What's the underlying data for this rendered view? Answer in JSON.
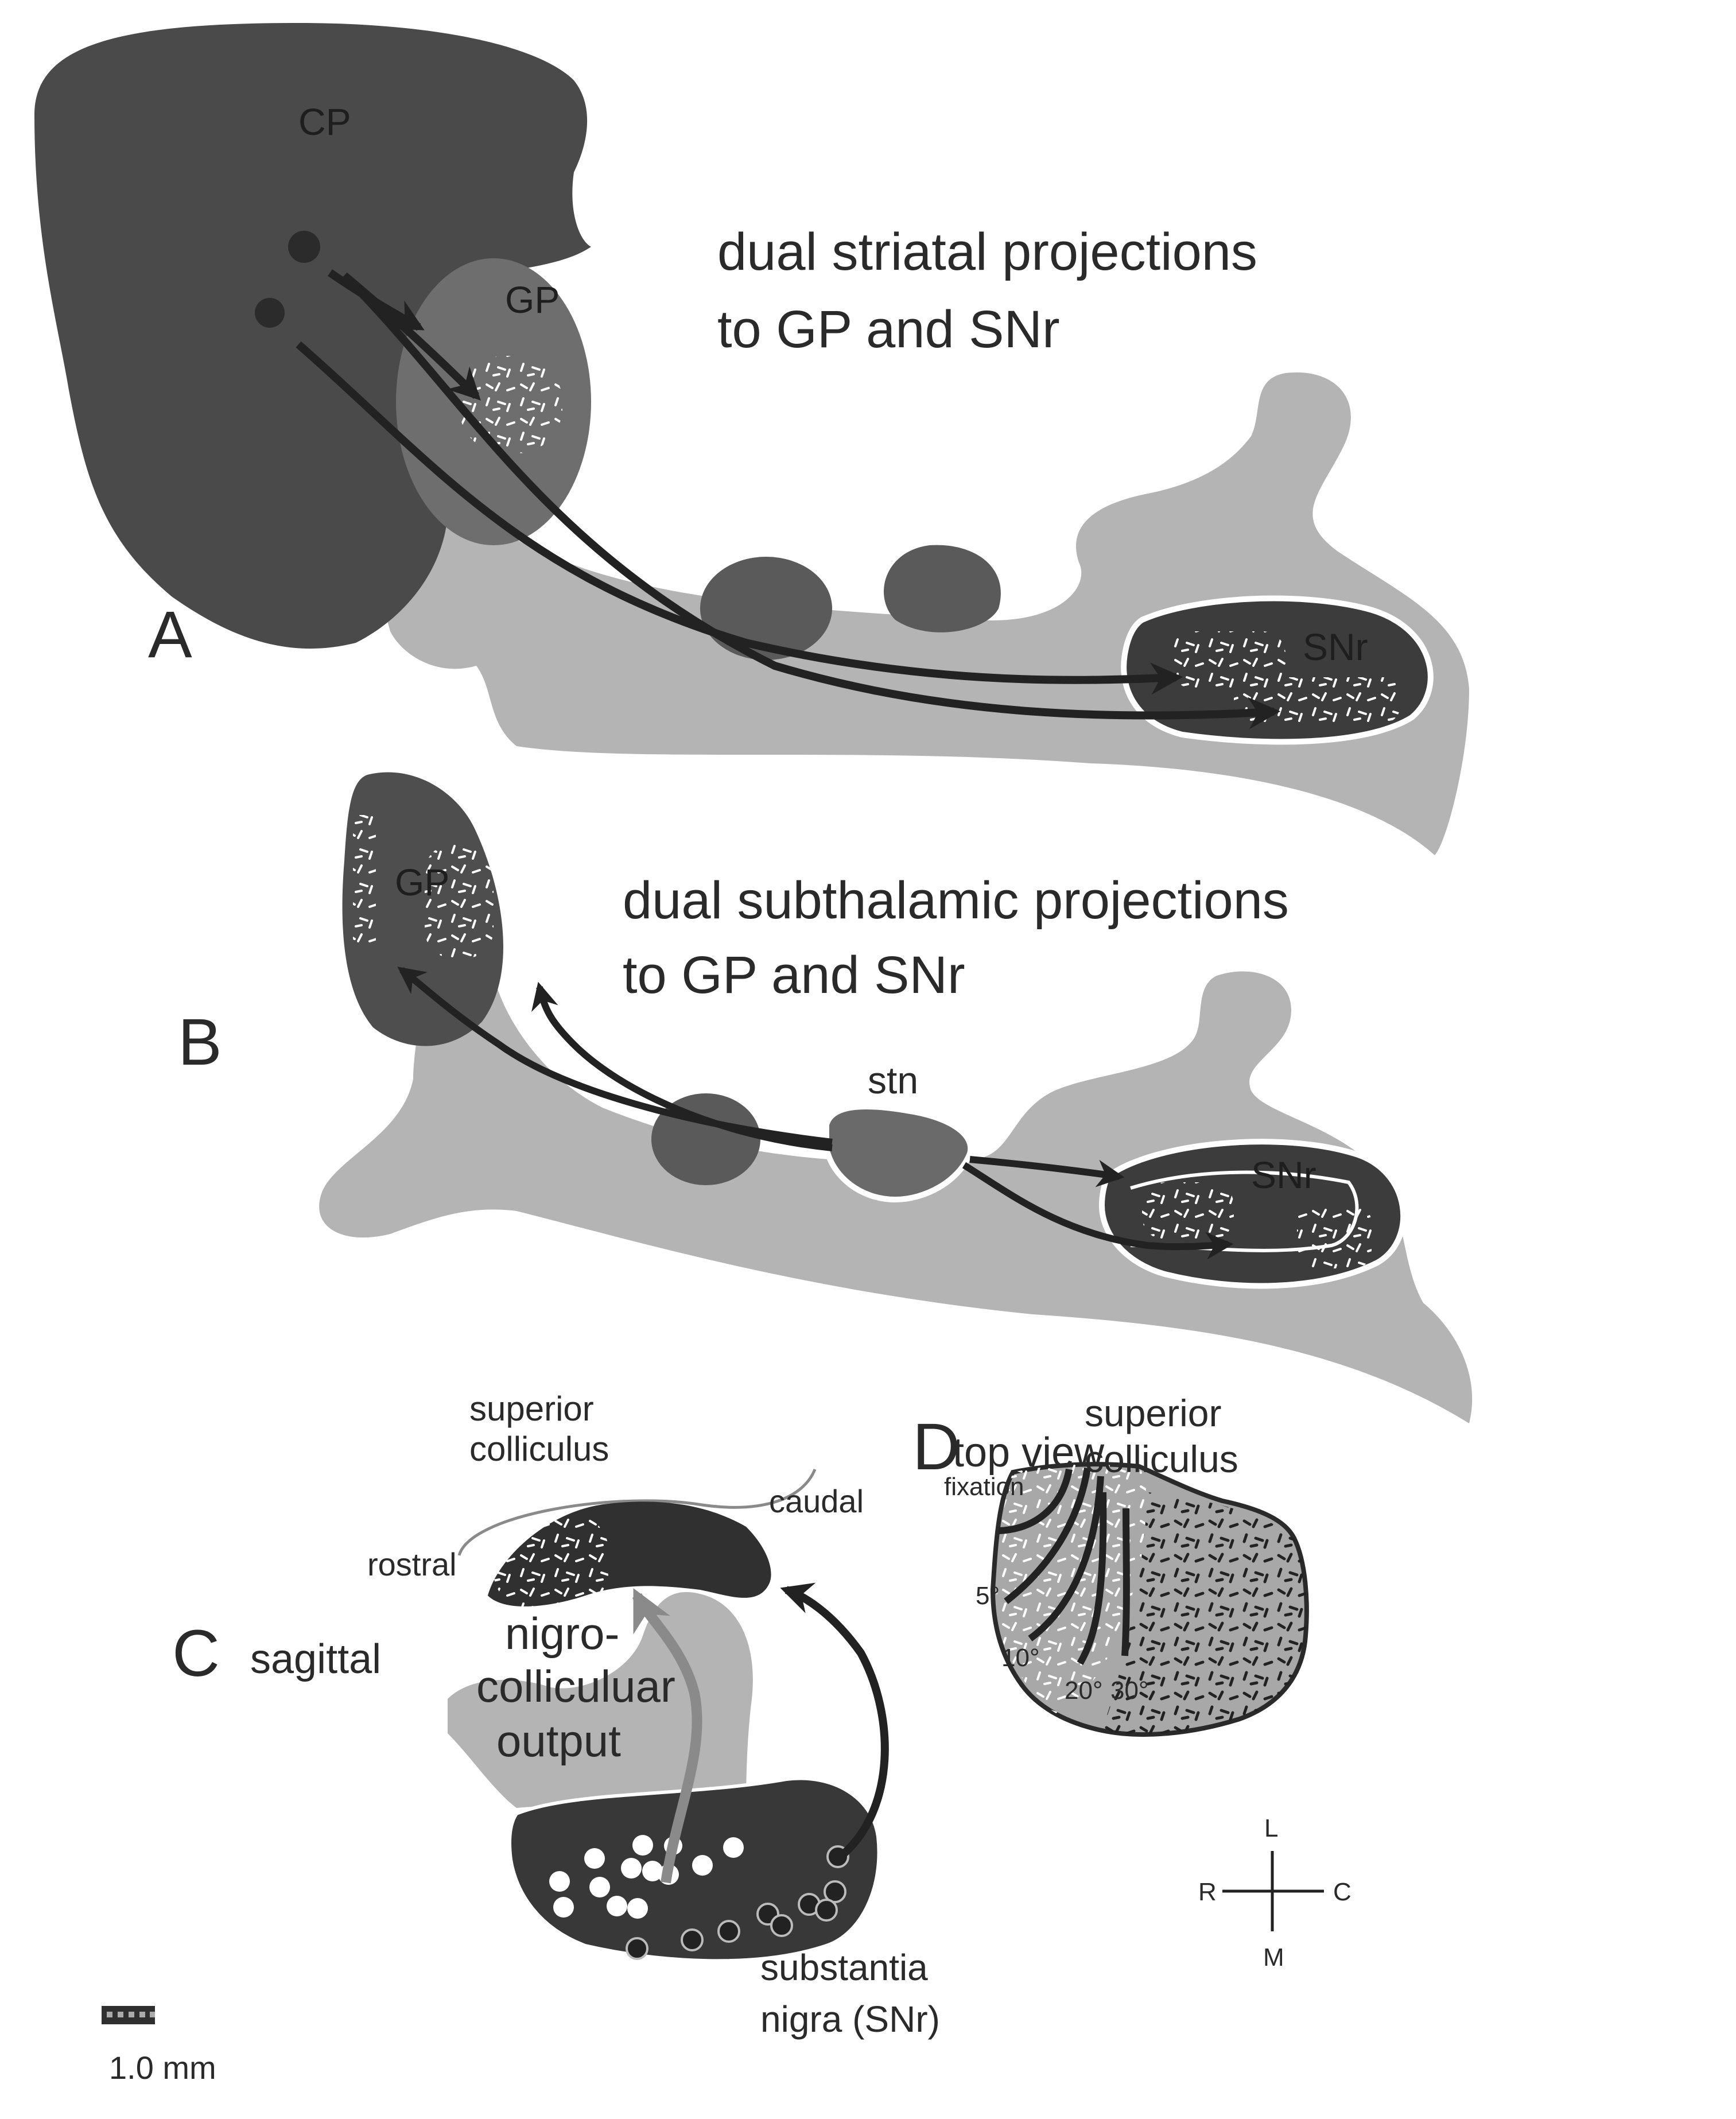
{
  "figure": {
    "colors": {
      "dark_structure": "#4a4a4a",
      "medium_structure": "#6e6e6e",
      "light_tissue": "#b4b4b4",
      "darker_nucleus": "#3c3c3c",
      "arrow": "#222222",
      "gray_arrow": "#8a8a8a",
      "background": "#ffffff"
    },
    "panel_a": {
      "letter": "A",
      "title_line1": "dual striatal projections",
      "title_line2": "to GP and SNr",
      "labels": {
        "cp": "CP",
        "gp": "GP",
        "snr": "SNr"
      }
    },
    "panel_b": {
      "letter": "B",
      "title_line1": "dual subthalamic projections",
      "title_line2": "to GP and SNr",
      "labels": {
        "gp": "GP",
        "stn": "stn",
        "snr": "SNr"
      }
    },
    "panel_c": {
      "letter": "C",
      "view": "sagittal",
      "labels": {
        "sc_line1": "superior",
        "sc_line2": "colliculus",
        "rostral": "rostral",
        "caudal": "caudal",
        "output_line1": "nigro-",
        "output_line2": "colliculuar",
        "output_line3": "output",
        "sn_line1": "substantia",
        "sn_line2": "nigra (SNr)"
      }
    },
    "panel_d": {
      "letter": "D",
      "view": "top view",
      "labels": {
        "sc_line1": "superior",
        "sc_line2": "colliculus",
        "fixation": "fixation"
      },
      "eccentricities": [
        "5°",
        "10°",
        "20°",
        "30°"
      ],
      "orientation": {
        "top": "L",
        "bottom": "M",
        "left": "R",
        "right": "C"
      }
    },
    "scale_bar": {
      "label": "1.0 mm"
    }
  }
}
